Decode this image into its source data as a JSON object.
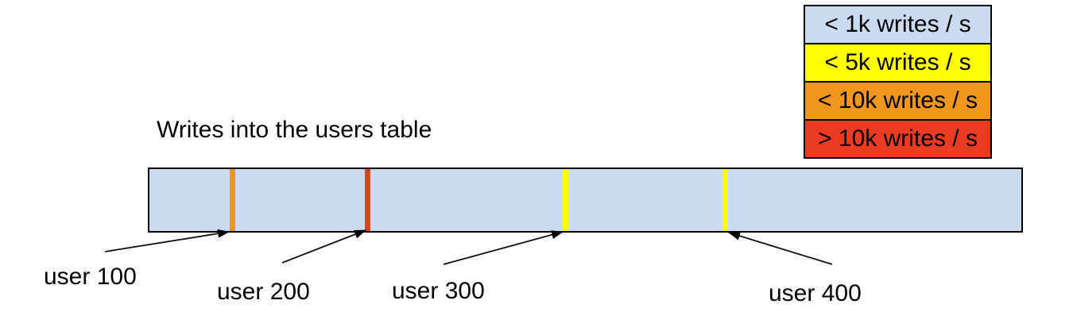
{
  "title": "Writes into the users table",
  "legend": {
    "items": [
      {
        "label": "< 1k writes / s",
        "color": "#CADAF0"
      },
      {
        "label": "< 5k writes / s",
        "color": "#FFFF00"
      },
      {
        "label": "< 10k writes / s",
        "color": "#F0961E"
      },
      {
        "label": "> 10k writes / s",
        "color": "#EA3B23"
      }
    ]
  },
  "diagram": {
    "bar_fill": "#CADAF0",
    "border_color": "#000000",
    "markers": [
      {
        "name": "user-100",
        "color": "#F0961E"
      },
      {
        "name": "user-200",
        "color": "#EA3B23"
      },
      {
        "name": "user-300",
        "color": "#FFFF00"
      },
      {
        "name": "user-400",
        "color": "#FFFF00"
      }
    ],
    "labels": [
      {
        "text": "user 100"
      },
      {
        "text": "user 200"
      },
      {
        "text": "user 300"
      },
      {
        "text": "user 400"
      }
    ]
  }
}
